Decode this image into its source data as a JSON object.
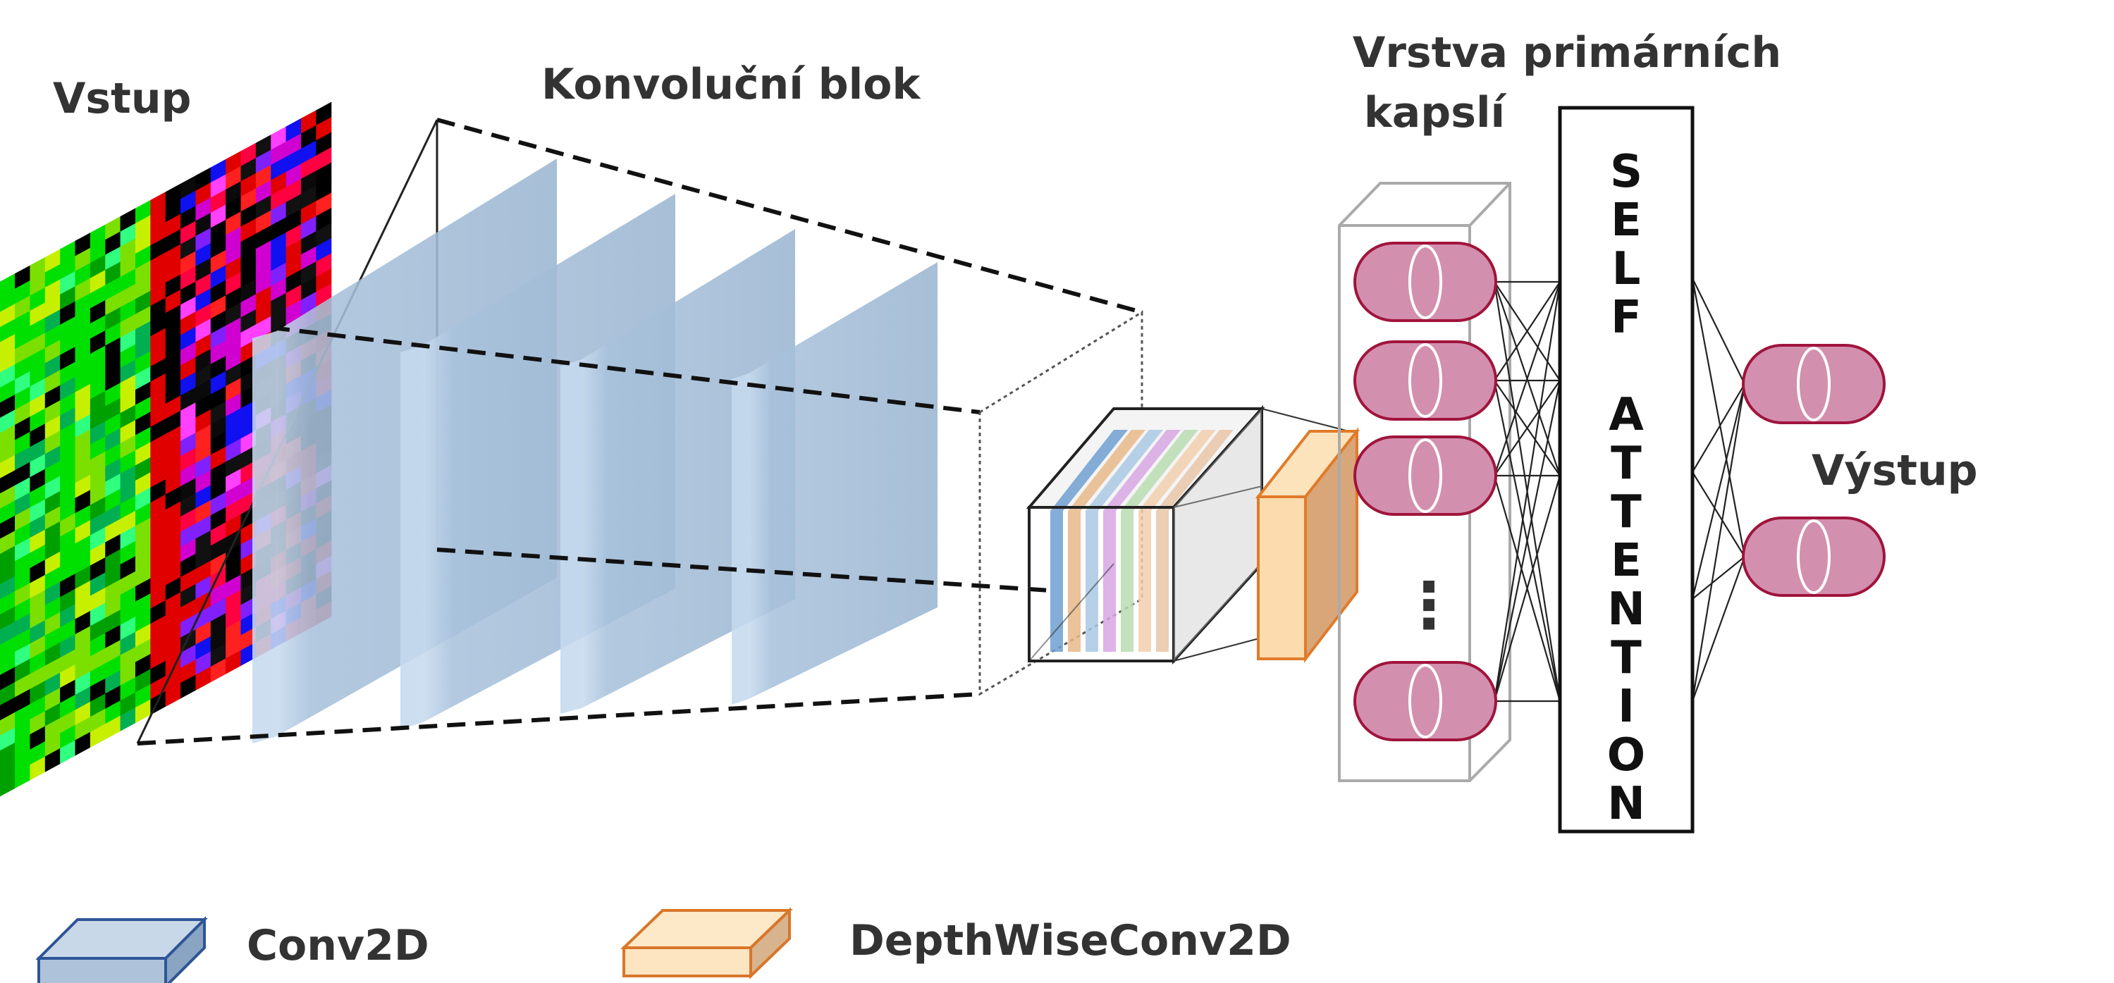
{
  "labels": {
    "input": "Vstup",
    "conv_block": "Konvoluční blok",
    "primary_caps_line1": "Vrstva primárních",
    "primary_caps_line2": "kapslí",
    "self_attention": [
      "S",
      "E",
      "L",
      "F",
      "",
      "A",
      "T",
      "T",
      "E",
      "N",
      "T",
      "I",
      "O",
      "N"
    ],
    "output": "Výstup",
    "dots": "⋮"
  },
  "legend": [
    {
      "label": "Conv2D",
      "color": "#aec3da",
      "edge": "#2f5597"
    },
    {
      "label": "DepthWiseConv2D",
      "color": "#fde5c2",
      "edge": "#d9762a"
    }
  ],
  "colors": {
    "plate": "#9ebad5",
    "capsule_fill": "#d38fae",
    "capsule_edge": "#a0143c",
    "depthwise_fill": "#fbdcad",
    "depthwise_edge": "#e07b2a",
    "text": "#333333"
  }
}
